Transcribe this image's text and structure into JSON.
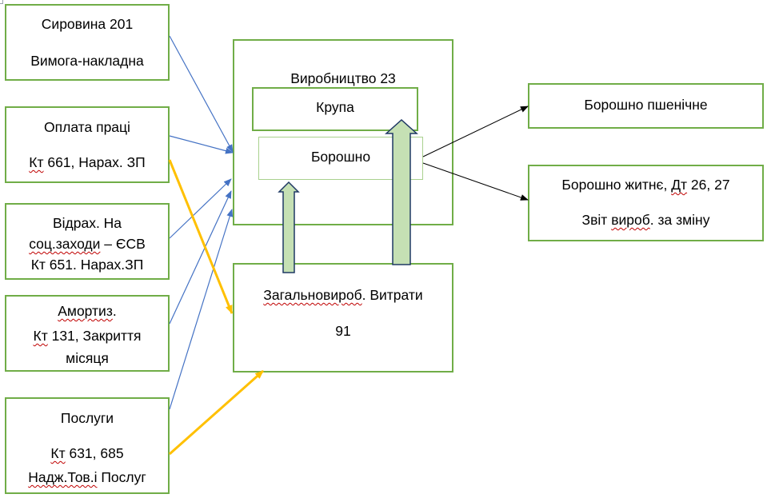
{
  "colors": {
    "box_border": "#70ad47",
    "blue_arrow": "#4472c4",
    "yellow_arrow": "#ffc000",
    "block_arrow_fill": "#c5e0b4",
    "block_arrow_stroke": "#1f3864",
    "squiggle": "#c00000"
  },
  "inputs": {
    "raw_material": {
      "line1": "Сировина 201",
      "line2": "Вимога-накладна"
    },
    "labor": {
      "line1": "Оплата праці",
      "line2_a": "Кт",
      "line2_b": " 661, Нарах. ЗП"
    },
    "social": {
      "line1": "Відрах. На",
      "line2_a": "соц.заходи",
      "line2_b": " – ЄСВ",
      "line3": "Кт 651. Нарах.ЗП"
    },
    "depreciation": {
      "line1_a": "Амортиз",
      "line1_b": ".",
      "line2_a": "Кт",
      "line2_b": " 131, Закриття",
      "line3": "місяця"
    },
    "services": {
      "line1": "Послуги",
      "line2_a": "Кт",
      "line2_b": " 631, 685",
      "line3_a": "Надж.Тов.і",
      "line3_b": " Послуг"
    }
  },
  "production": {
    "title": "Виробництво 23",
    "groats": "Крупа",
    "flour": "Борошно"
  },
  "overhead": {
    "line1_a": "Загальновироб",
    "line1_b": ". Витрати",
    "line2": "91"
  },
  "outputs": {
    "wheat_flour": "Борошно пшенічне",
    "rye_flour": {
      "line1_a": "Борошно житнє, ",
      "line1_b": "Дт",
      "line1_c": " 26, 27",
      "line2_a": "Звіт ",
      "line2_b": "вироб",
      "line2_c": ". за зміну"
    }
  }
}
